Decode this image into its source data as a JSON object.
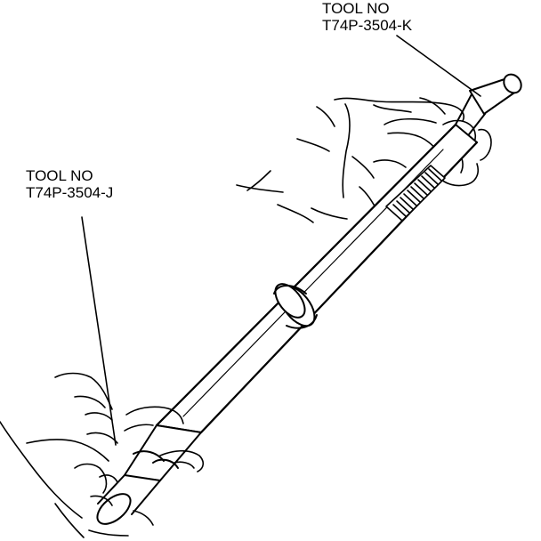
{
  "callouts": {
    "upper": {
      "line1": "TOOL NO",
      "line2": "T74P-3504-K"
    },
    "lower": {
      "line1": "TOOL NO",
      "line2": "T74P-3504-J"
    }
  },
  "colors": {
    "ink": "#000000",
    "paper": "#ffffff"
  }
}
